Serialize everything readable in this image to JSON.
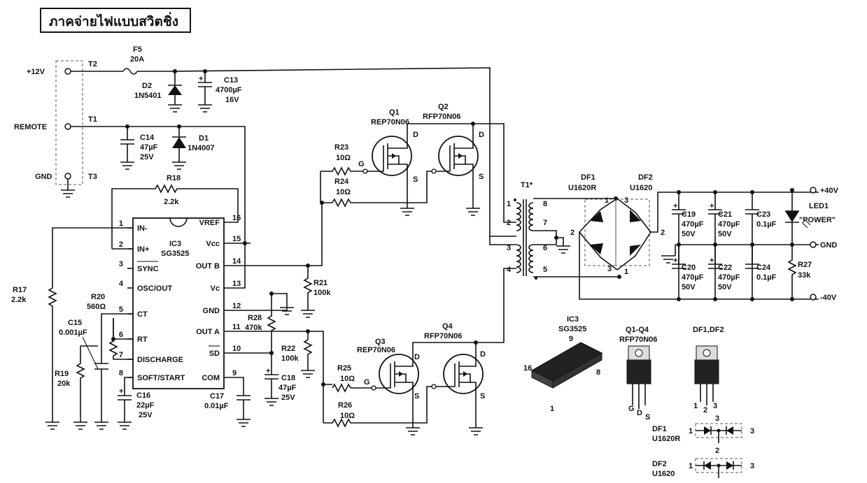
{
  "title": "ภาคจ่ายไฟแบบสวิตชิ่ง",
  "terminals": {
    "v12": "+12V",
    "remote": "REMOTE",
    "gnd": "GND",
    "t1": "T1",
    "t2": "T2",
    "t3": "T3"
  },
  "components": {
    "f5": [
      "F5",
      "20A"
    ],
    "d2": [
      "D2",
      "1N5401"
    ],
    "c13": [
      "C13",
      "4700µF",
      "16V"
    ],
    "c14": [
      "C14",
      "47µF",
      "25V"
    ],
    "d1": [
      "D1",
      "1N4007"
    ],
    "r18": [
      "R18",
      "2.2k"
    ],
    "r17": [
      "R17",
      "2.2k"
    ],
    "r20": [
      "R20",
      "560Ω"
    ],
    "c15": [
      "C15",
      "0.001µF"
    ],
    "r19": [
      "R19",
      "20k"
    ],
    "c16": [
      "C16",
      "22µF",
      "25V"
    ],
    "c17": [
      "C17",
      "0.01µF"
    ],
    "r28": [
      "R28",
      "470k"
    ],
    "c18": [
      "C18",
      "47µF",
      "25V"
    ],
    "r22": [
      "R22",
      "100k"
    ],
    "r21": [
      "R21",
      "100k"
    ],
    "r23": [
      "R23",
      "10Ω"
    ],
    "r24": [
      "R24",
      "10Ω"
    ],
    "r25": [
      "R25",
      "10Ω"
    ],
    "r26": [
      "R26",
      "10Ω"
    ],
    "q1": [
      "Q1",
      "REP70N06"
    ],
    "q2": [
      "Q2",
      "RFP70N06"
    ],
    "q3": [
      "Q3",
      "REP70N06"
    ],
    "q4": [
      "Q4",
      "RFP70N06"
    ],
    "t1x": [
      "T1*"
    ],
    "df1": [
      "DF1",
      "U1620R"
    ],
    "df2": [
      "DF2",
      "U1620"
    ],
    "c19": [
      "C19",
      "470µF",
      "50V"
    ],
    "c20": [
      "C20",
      "470µF",
      "50V"
    ],
    "c21": [
      "C21",
      "470µF",
      "50V"
    ],
    "c22": [
      "C22",
      "470µF",
      "50V"
    ],
    "c23": [
      "C23",
      "0.1µF"
    ],
    "c24": [
      "C24",
      "0.1µF"
    ],
    "led1": [
      "LED1",
      "\"POWER\""
    ],
    "r27": [
      "R27",
      "33k"
    ]
  },
  "ic": {
    "name": "IC3",
    "part": "SG3525",
    "left_pins": [
      {
        "num": "1",
        "label": "IN-"
      },
      {
        "num": "2",
        "label": "IN+"
      },
      {
        "num": "3",
        "label": "SYNC"
      },
      {
        "num": "4",
        "label": "OSC/OUT"
      },
      {
        "num": "5",
        "label": "CT"
      },
      {
        "num": "6",
        "label": "RT"
      },
      {
        "num": "7",
        "label": "DISCHARGE"
      },
      {
        "num": "8",
        "label": "SOFT/START"
      }
    ],
    "right_pins": [
      {
        "num": "16",
        "label": "VREF"
      },
      {
        "num": "15",
        "label": "Vcc"
      },
      {
        "num": "14",
        "label": "OUT B"
      },
      {
        "num": "13",
        "label": "Vc"
      },
      {
        "num": "12",
        "label": "GND"
      },
      {
        "num": "11",
        "label": "OUT A"
      },
      {
        "num": "10",
        "label": "SD"
      },
      {
        "num": "9",
        "label": "COM"
      }
    ]
  },
  "mosfet_pins": {
    "g": "G",
    "d": "D",
    "s": "S"
  },
  "transformer_pins": [
    "1",
    "2",
    "3",
    "4",
    "5",
    "6",
    "7",
    "8"
  ],
  "bridge_pins": {
    "one": "1",
    "two": "2",
    "three": "3"
  },
  "outputs": {
    "pos": "+40V",
    "gnd": "GND",
    "neg": "-40V"
  },
  "packages": {
    "ic_label": [
      "IC3",
      "SG3525"
    ],
    "ic_pins": [
      "9",
      "16",
      "8",
      "1"
    ],
    "mosfet_label": "Q1-Q4",
    "mosfet_part": "RFP70N06",
    "mosfet_legs": [
      "G",
      "D",
      "S"
    ],
    "diode_label": "DF1,DF2",
    "diode_legs": [
      "1",
      "2",
      "3"
    ],
    "df1_sym": [
      "DF1",
      "U1620R"
    ],
    "df2_sym": [
      "DF2",
      "U1620"
    ],
    "sym_pins": [
      "1",
      "2",
      "3"
    ]
  }
}
